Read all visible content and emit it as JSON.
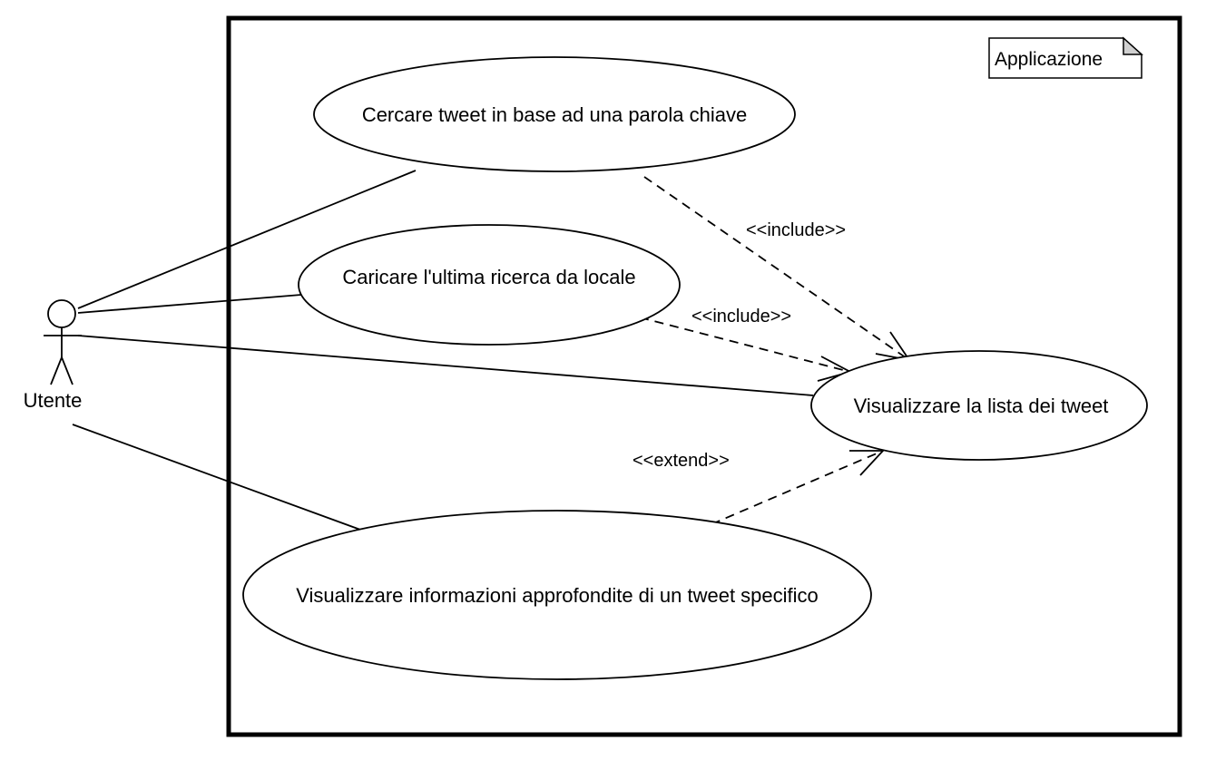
{
  "system": {
    "name": "Applicazione"
  },
  "actor": {
    "name": "Utente"
  },
  "use_cases": [
    {
      "id": "uc1",
      "label": "Cercare tweet in base ad una parola chiave"
    },
    {
      "id": "uc2",
      "label": "Caricare l'ultima ricerca da locale"
    },
    {
      "id": "uc3",
      "label": "Visualizzare la lista dei tweet"
    },
    {
      "id": "uc4",
      "label": "Visualizzare informazioni approfondite di un tweet specifico"
    }
  ],
  "relations": [
    {
      "from": "uc1",
      "to": "uc3",
      "stereotype": "<<include>>"
    },
    {
      "from": "uc2",
      "to": "uc3",
      "stereotype": "<<include>>"
    },
    {
      "from": "uc4",
      "to": "uc3",
      "stereotype": "<<extend>>"
    }
  ],
  "colors": {
    "line": "#000000",
    "background": "#ffffff",
    "note_fold": "#d0d0d0"
  }
}
